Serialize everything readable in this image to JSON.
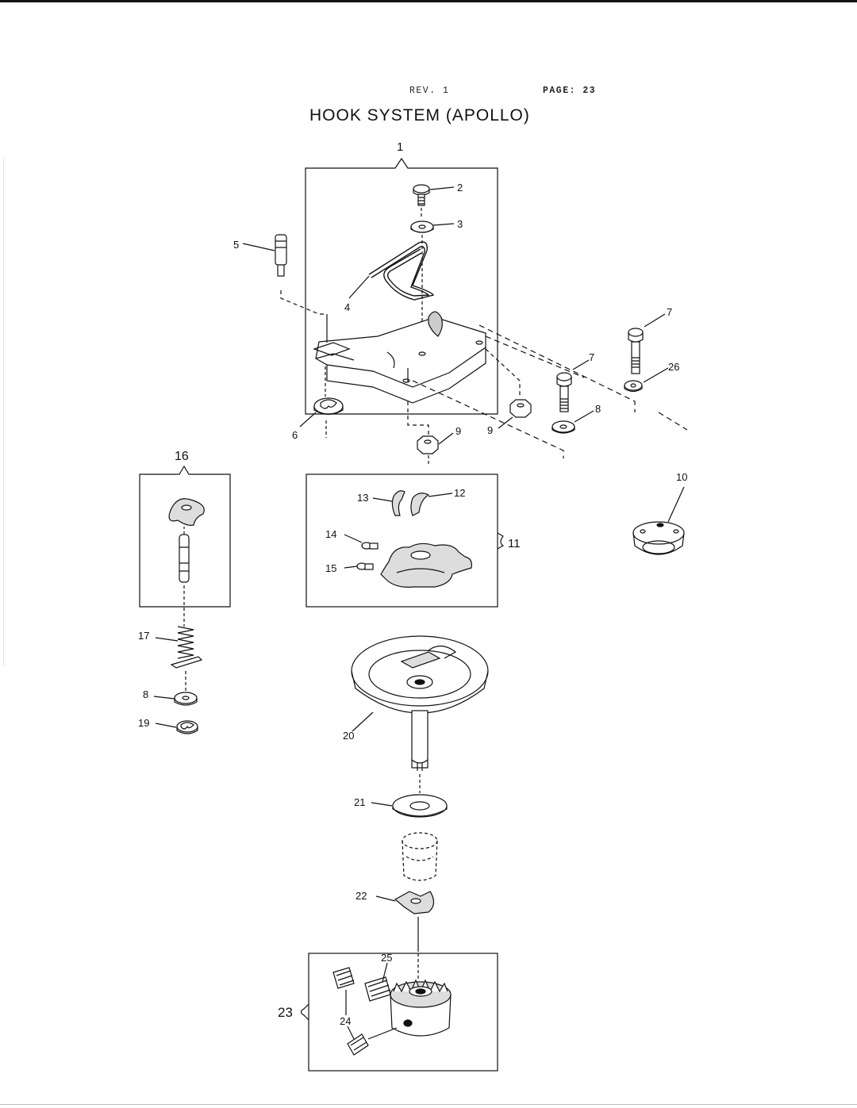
{
  "header": {
    "rev": "REV. 1",
    "page": "PAGE: 23"
  },
  "title": "HOOK SYSTEM (APOLLO)",
  "callouts": {
    "c1": "1",
    "c2": "2",
    "c3": "3",
    "c4": "4",
    "c5": "5",
    "c6": "6",
    "c7a": "7",
    "c7b": "7",
    "c8a": "8",
    "c8b": "8",
    "c9a": "9",
    "c9b": "9",
    "c10": "10",
    "c11": "11",
    "c12": "12",
    "c13": "13",
    "c14": "14",
    "c15": "15",
    "c16": "16",
    "c17": "17",
    "c19": "19",
    "c20": "20",
    "c21": "21",
    "c22": "22",
    "c23": "23",
    "c24": "24",
    "c25": "25",
    "c26": "26"
  }
}
